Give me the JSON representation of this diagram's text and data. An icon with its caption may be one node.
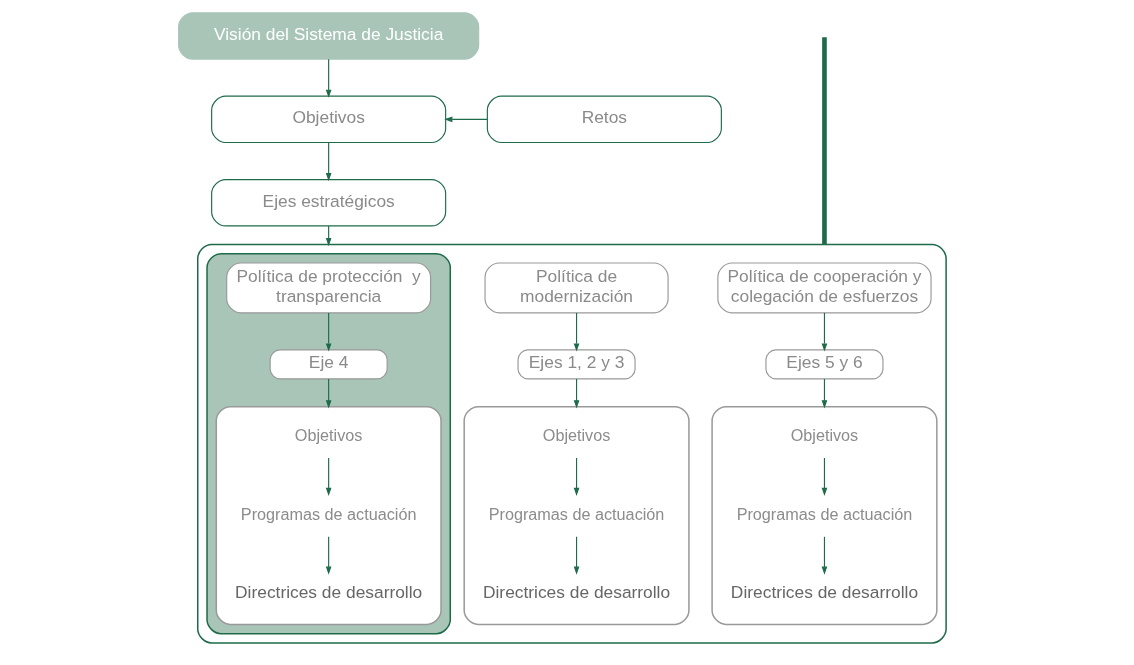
{
  "diagram": {
    "nodes": [
      {
        "text": [
          "Visión del Sistema de Justicia"
        ]
      },
      {
        "text": [
          "Objetivos"
        ]
      },
      {
        "text": [
          "Retos"
        ]
      },
      {
        "text": [
          "Ejes estratégicos"
        ]
      },
      {
        "text": [],
        "shape": "box"
      },
      {
        "text": [],
        "shape": "chevron",
        "in": 4
      },
      {
        "text": [
          "Política de modernización"
        ],
        "in": 4
      },
      {
        "text": [
          "Ejes 1, 2 y 3"
        ],
        "in": 4
      },
      {
        "text": [],
        "shape": "box",
        "in": 4
      },
      {
        "text": [
          "Objetivos"
        ],
        "in": 8
      },
      {
        "text": [
          "Programas de actuación"
        ],
        "in": 8
      },
      {
        "text": [
          "Directrices de desarrollo"
        ],
        "in": 8
      },
      {
        "text": [
          "Política de protección  y transparencia"
        ],
        "in": 5
      },
      {
        "text": [
          "Eje 4"
        ],
        "in": 5
      },
      {
        "text": [],
        "shape": "box",
        "in": 5
      },
      {
        "text": [
          "Objetivos"
        ],
        "in": 14
      },
      {
        "text": [
          "Programas de actuación"
        ],
        "in": 14
      },
      {
        "text": [
          "Directrices de desarrollo"
        ],
        "in": 14
      },
      {
        "text": [
          "Política de cooperación y colegación de esfuerzos"
        ],
        "in": 4
      },
      {
        "text": [
          "Ejes 5 y 6"
        ],
        "in": 4
      },
      {
        "text": [],
        "shape": "box",
        "in": 4
      },
      {
        "text": [
          "Objetivos"
        ],
        "in": 20
      },
      {
        "text": [
          "Programas de actuación"
        ],
        "in": 20
      },
      {
        "text": [
          "Directrices de desarrollo"
        ],
        "in": 20
      }
    ],
    "edges": [
      {
        "from": 0,
        "to": 1,
        "arrow": "to"
      },
      {
        "from": 2,
        "to": 1,
        "arrow": "to"
      },
      {
        "from": 1,
        "to": 3,
        "arrow": "to"
      },
      {
        "from": 3,
        "to": 4,
        "arrow": "to"
      },
      {
        "from": null,
        "to": 4,
        "arrow": "none",
        "style": "thick"
      },
      {
        "from": 6,
        "to": 7,
        "arrow": "to"
      },
      {
        "from": 7,
        "to": 8,
        "arrow": "to"
      },
      {
        "from": 9,
        "to": 10,
        "arrow": "to"
      },
      {
        "from": 10,
        "to": 11,
        "arrow": "to"
      },
      {
        "from": 12,
        "to": 13,
        "arrow": "to"
      },
      {
        "from": 13,
        "to": 14,
        "arrow": "to"
      },
      {
        "from": 15,
        "to": 16,
        "arrow": "to"
      },
      {
        "from": 16,
        "to": 17,
        "arrow": "to"
      },
      {
        "from": 18,
        "to": 19,
        "arrow": "to"
      },
      {
        "from": 19,
        "to": 20,
        "arrow": "to"
      },
      {
        "from": 21,
        "to": 22,
        "arrow": "to"
      },
      {
        "from": 22,
        "to": 23,
        "arrow": "to"
      }
    ]
  }
}
